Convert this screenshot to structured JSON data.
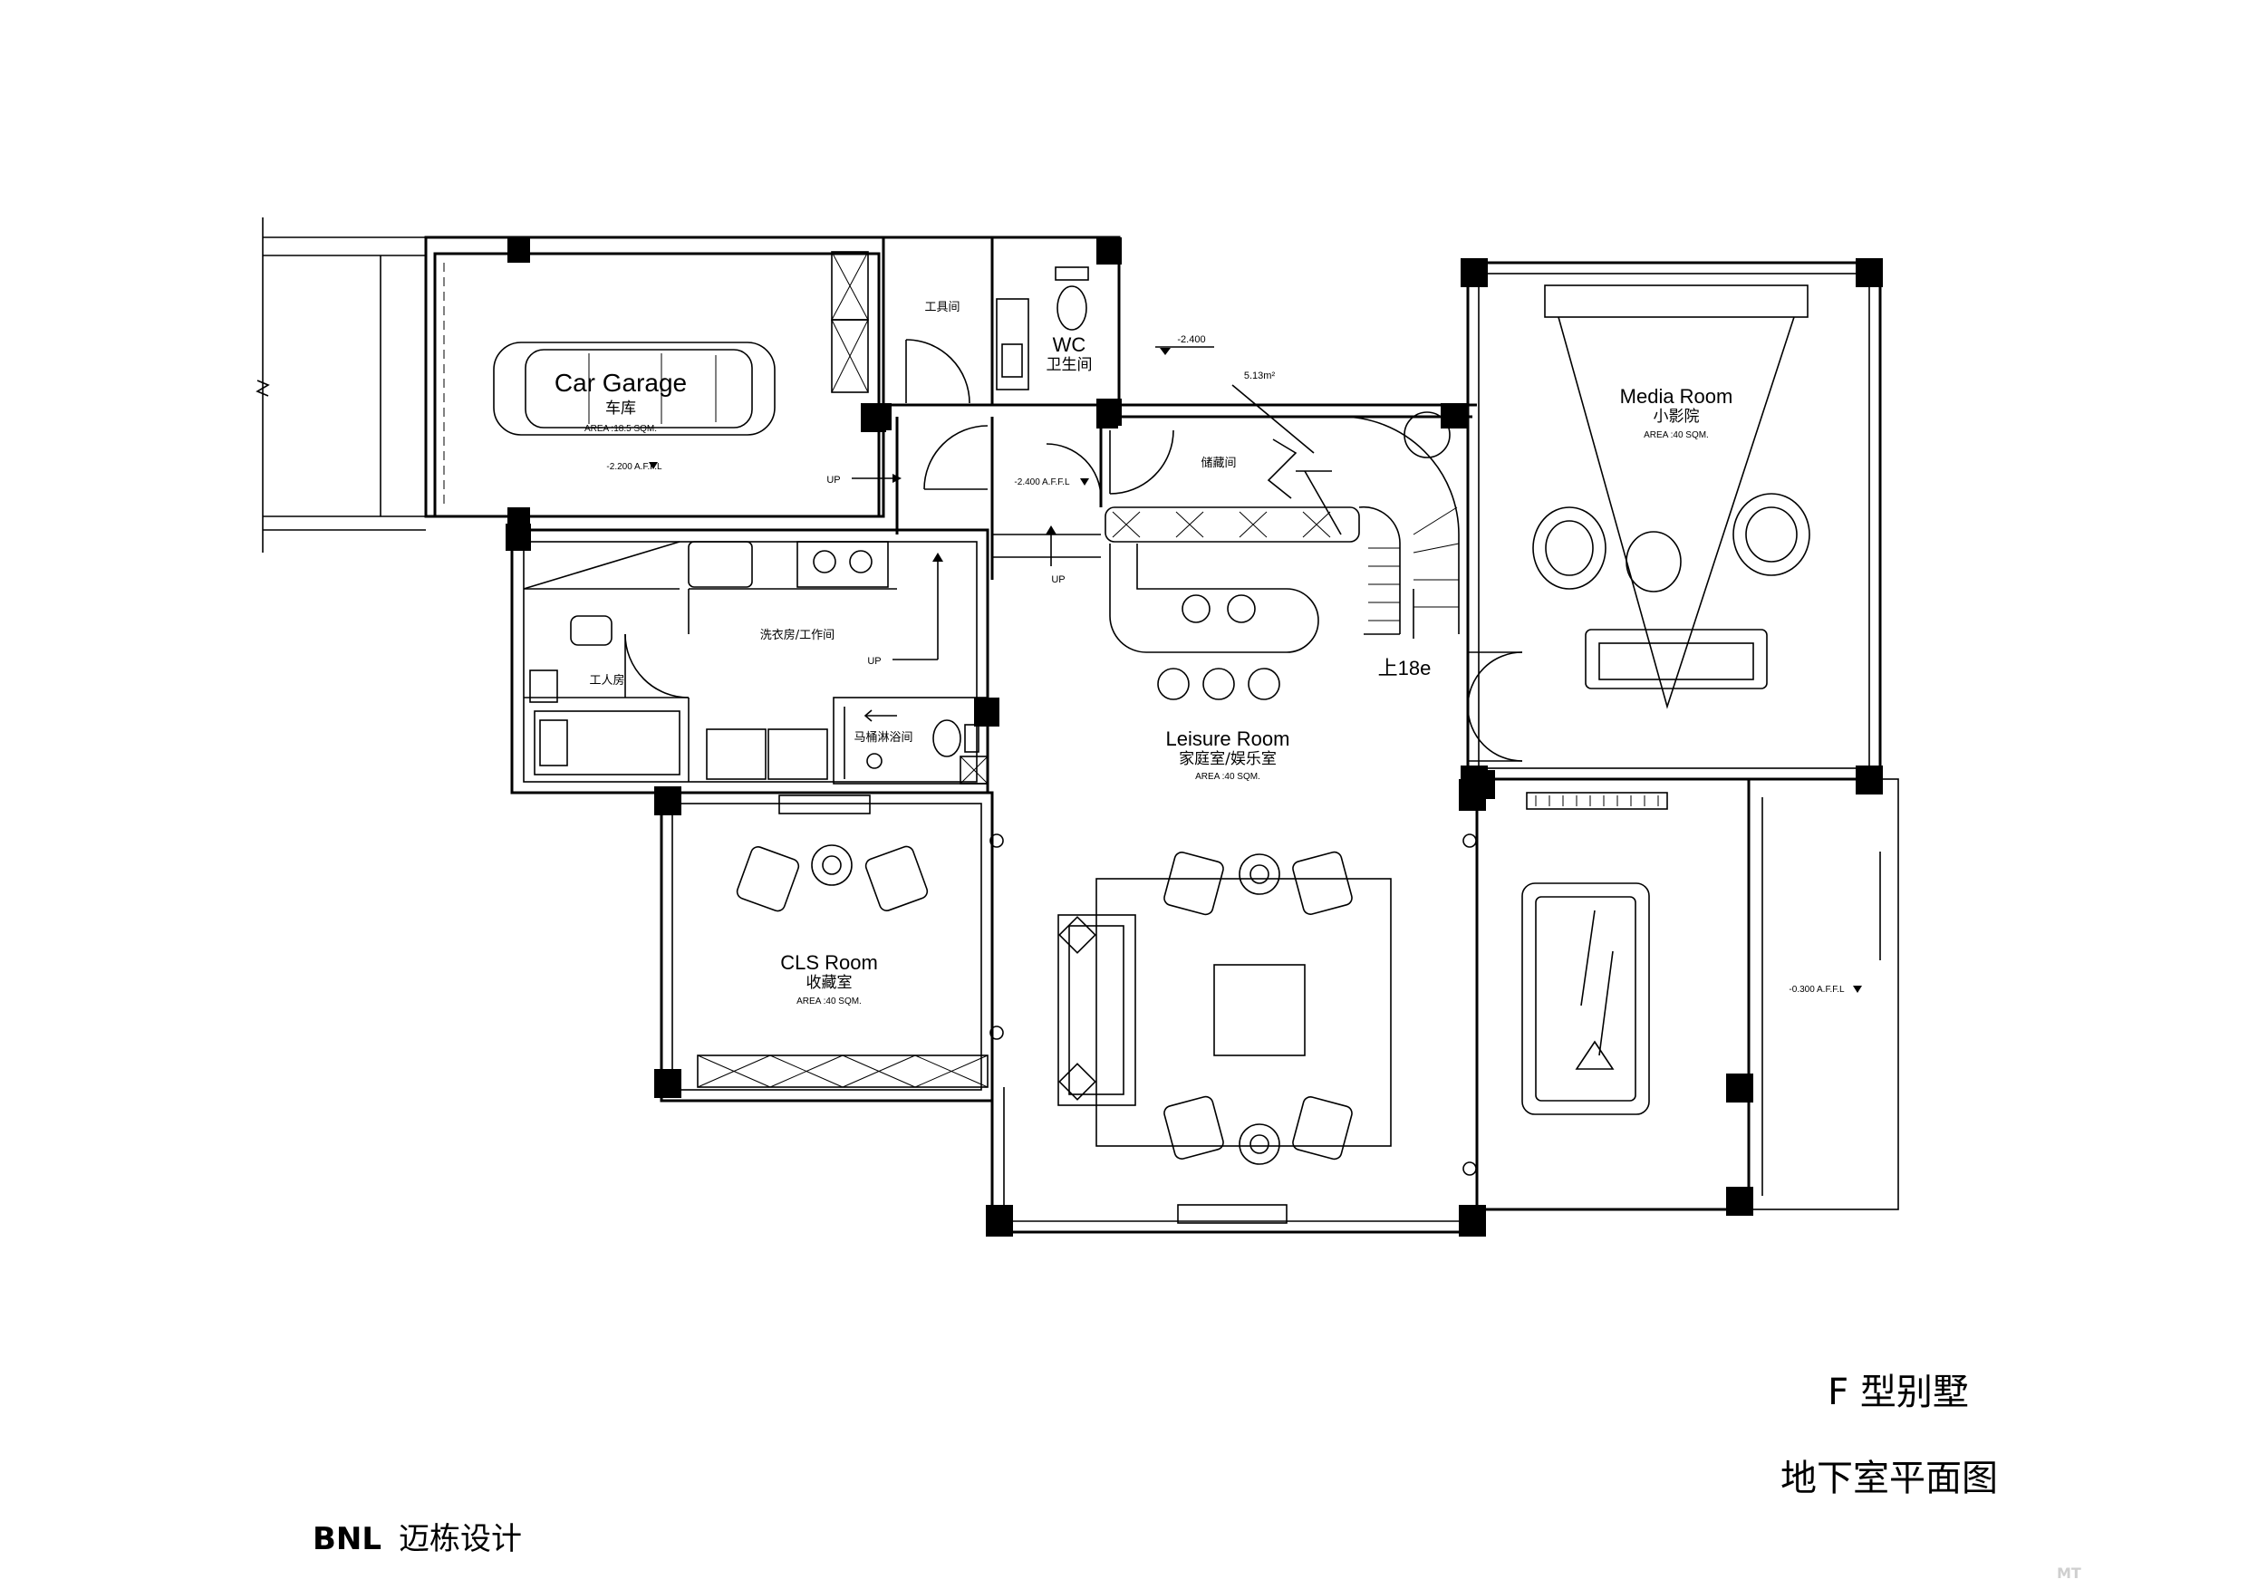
{
  "title": {
    "line1": "F  型别墅",
    "line2": "地下室平面图"
  },
  "brand": {
    "bold": "BNL",
    "name": "迈栋设计"
  },
  "watermark": "MT",
  "rooms": {
    "car_garage": {
      "en": "Car Garage",
      "cn": "车库",
      "area": "AREA :18.5 SQM.",
      "level": "-2.200 A.F.F.L"
    },
    "tool_room": {
      "cn": "工具间"
    },
    "wc": {
      "en": "WC",
      "cn": "卫生间",
      "level": "-2.400 A.F.F.L"
    },
    "storage": {
      "cn": "储藏间"
    },
    "stair_area": {
      "value": "5.13m²",
      "level": "-2.400",
      "steps": "上18e"
    },
    "media_room": {
      "en": "Media Room",
      "cn": "小影院",
      "area": "AREA :40 SQM."
    },
    "laundry": {
      "cn": "洗衣房/工作间"
    },
    "maid_room": {
      "cn": "工人房"
    },
    "shower": {
      "cn": "马桶淋浴间"
    },
    "leisure_room": {
      "en": "Leisure Room",
      "cn": "家庭室/娱乐室",
      "area": "AREA :40 SQM."
    },
    "cls_room": {
      "en": "CLS Room",
      "cn": "收藏室",
      "area": "AREA :40 SQM."
    },
    "billiard": {
      "level": "-0.300 A.F.F.L"
    }
  },
  "markers": {
    "up": "UP"
  }
}
